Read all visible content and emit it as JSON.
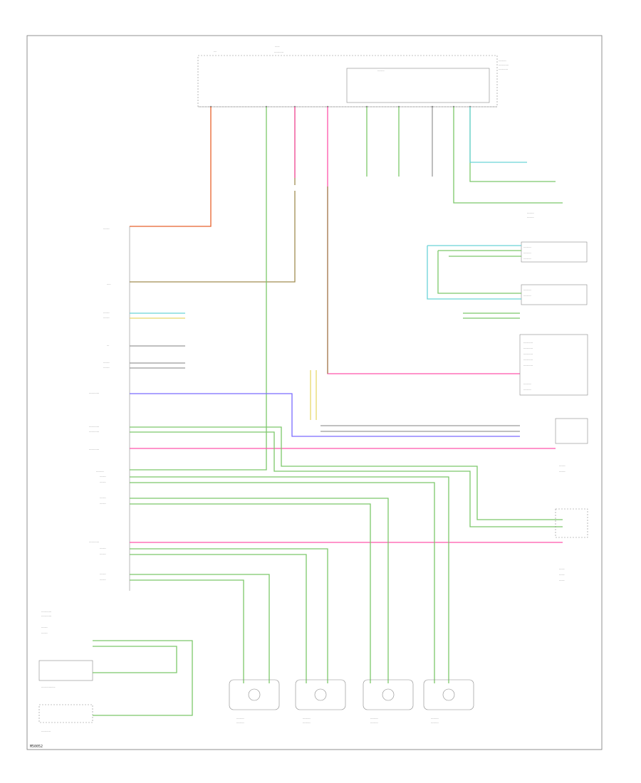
{
  "diagram": {
    "code": "M50052",
    "components": [
      {
        "id": "bcm",
        "label": ""
      },
      {
        "id": "fuse-block",
        "label": ""
      },
      {
        "id": "abs-module",
        "label": ""
      },
      {
        "id": "steering-angle-sensor",
        "label": ""
      },
      {
        "id": "stop-lamp-switch",
        "label": ""
      },
      {
        "id": "yaw-rate-sensor",
        "label": ""
      },
      {
        "id": "brake-lamp-switch-connector",
        "label": ""
      },
      {
        "id": "wheel-speed-sensor-lf",
        "label": ""
      },
      {
        "id": "wheel-speed-sensor-rf",
        "label": ""
      },
      {
        "id": "wheel-speed-sensor-lr",
        "label": ""
      },
      {
        "id": "wheel-speed-sensor-rr",
        "label": ""
      },
      {
        "id": "brake-fluid-level-switch",
        "label": ""
      },
      {
        "id": "hydraulic-unit",
        "label": ""
      }
    ],
    "wire_colors": {
      "orange-red": "#e8622c",
      "brown-yellow": "#a08d52",
      "pink": "#ff55aa",
      "green": "#7cc86a",
      "cyan": "#6ad3d8",
      "violet": "#7a6bff",
      "light-blue": "#89c8ff",
      "yellow": "#e8d86a",
      "gray": "#9a9a9a",
      "dark": "#6b6b6b"
    }
  }
}
